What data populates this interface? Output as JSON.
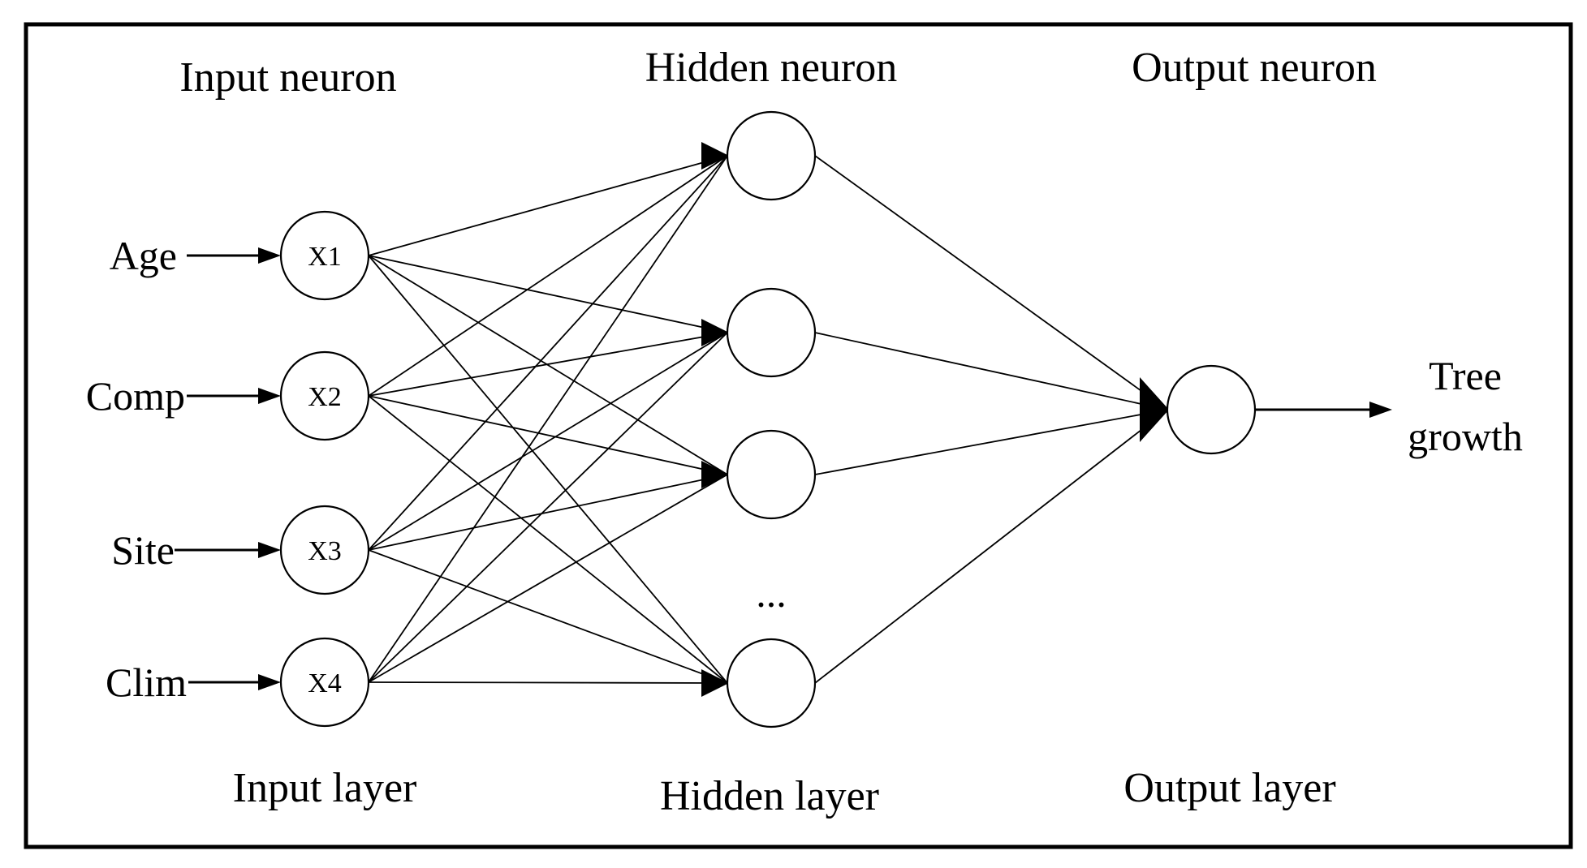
{
  "headings": {
    "input_neuron": "Input neuron",
    "hidden_neuron": "Hidden neuron",
    "output_neuron": "Output neuron",
    "input_layer": "Input layer",
    "hidden_layer": "Hidden layer",
    "output_layer": "Output layer"
  },
  "inputs": [
    {
      "name": "Age",
      "node": "X1"
    },
    {
      "name": "Comp",
      "node": "X2"
    },
    {
      "name": "Site",
      "node": "X3"
    },
    {
      "name": "Clim",
      "node": "X4"
    }
  ],
  "hidden": {
    "visible_nodes": 4,
    "ellipsis": "..."
  },
  "output": {
    "line1": "Tree",
    "line2": "growth"
  },
  "colors": {
    "stroke": "#000000",
    "background": "#ffffff"
  }
}
